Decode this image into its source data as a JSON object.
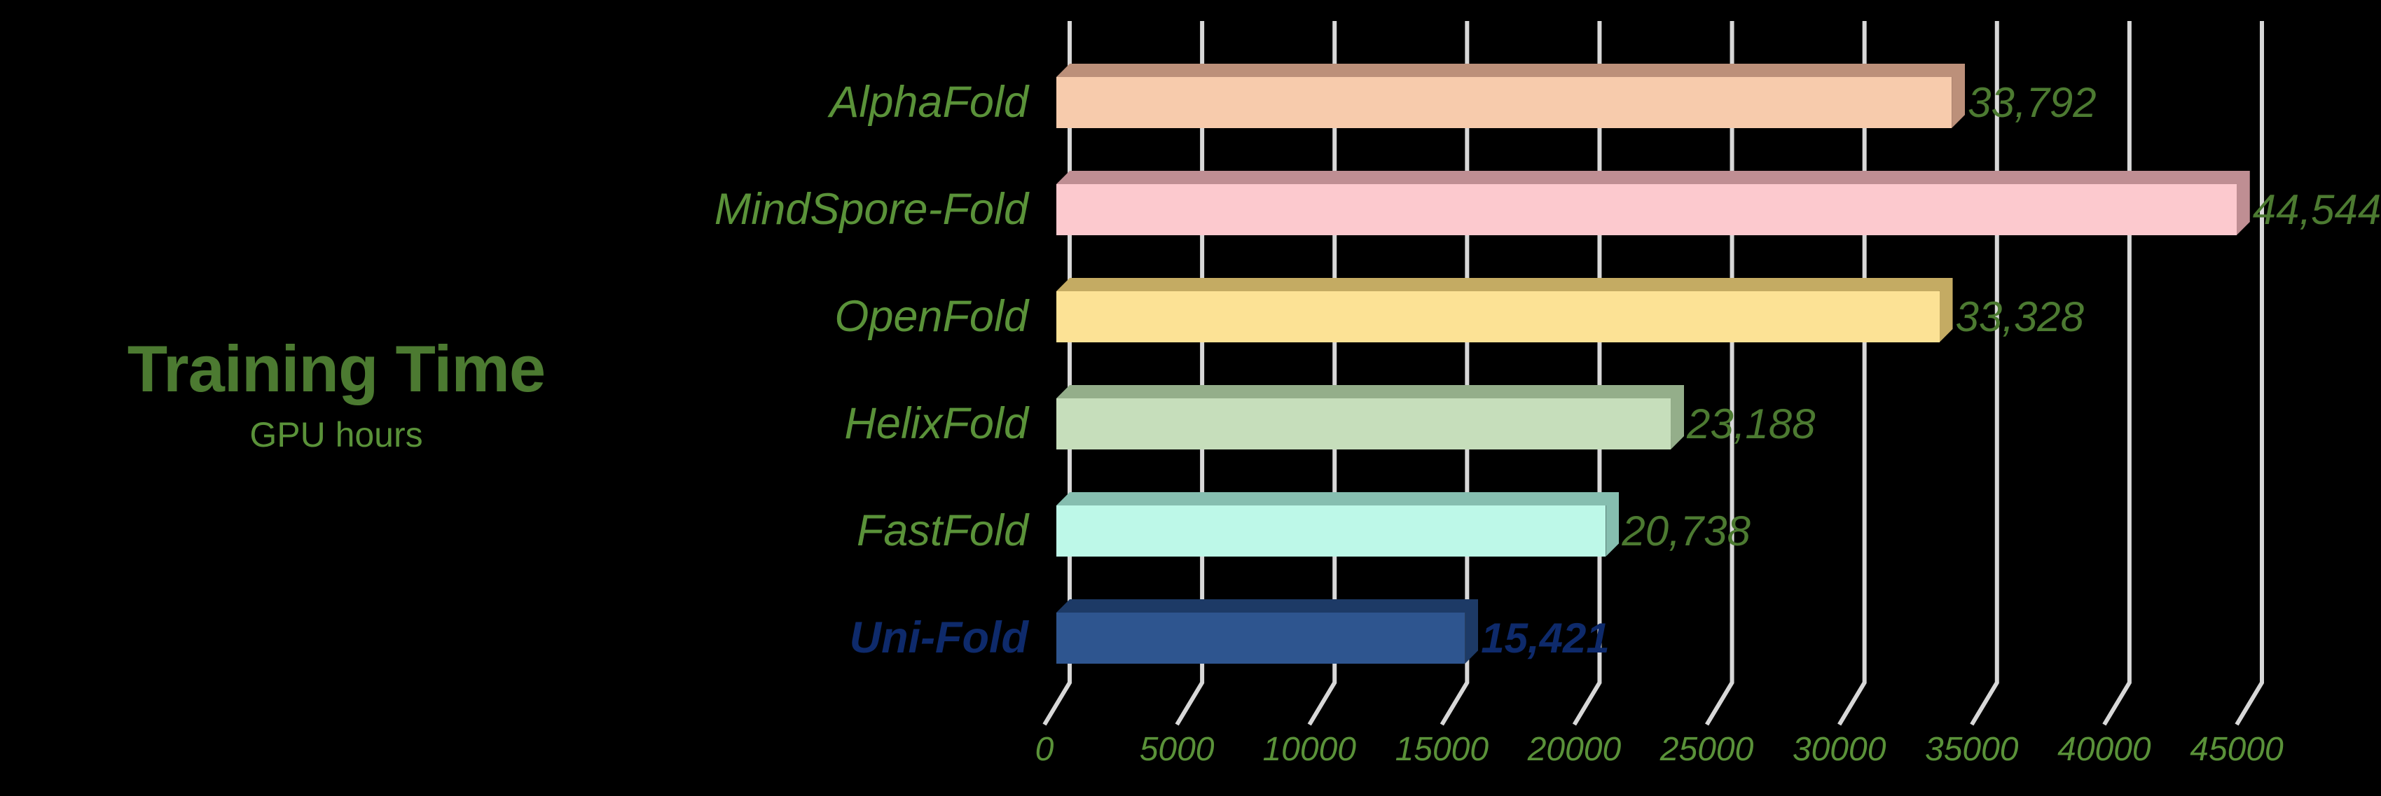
{
  "title": {
    "main": "Training Time",
    "sub": "GPU hours"
  },
  "colors": {
    "background": "#000000",
    "label_green": "#5a9239",
    "title_green": "#4c7a31",
    "value_green": "#4c7a31",
    "highlight_blue": "#0e2a6b",
    "gridline": "#d8d8d8"
  },
  "chart_data": {
    "type": "bar",
    "orientation": "horizontal",
    "title": "Training Time",
    "subtitle": "GPU hours",
    "xlabel": "",
    "ylabel": "",
    "xlim": [
      0,
      45000
    ],
    "grid": true,
    "legend": "none",
    "categories": [
      "AlphaFold",
      "MindSpore-Fold",
      "OpenFold",
      "HelixFold",
      "FastFold",
      "Uni-Fold"
    ],
    "values": [
      33792,
      44544,
      33328,
      23188,
      20738,
      15421
    ],
    "value_labels": [
      "33,792",
      "44,544",
      "33,328",
      "23,188",
      "20,738",
      "15,421"
    ],
    "tick_labels": [
      "0",
      "5000",
      "10000",
      "15000",
      "20000",
      "25000",
      "30000",
      "35000",
      "40000",
      "45000"
    ],
    "tick_values": [
      0,
      5000,
      10000,
      15000,
      20000,
      25000,
      30000,
      35000,
      40000,
      45000
    ],
    "bar_colors": [
      {
        "name": "AlphaFold",
        "front": "#f7cbac",
        "top": "#bc907a",
        "side": "#bc907a"
      },
      {
        "name": "MindSpore-Fold",
        "front": "#fcc9ce",
        "top": "#bf8e93",
        "side": "#bf8e93"
      },
      {
        "name": "OpenFold",
        "front": "#fce295",
        "top": "#c4ab63",
        "side": "#c4ab63"
      },
      {
        "name": "HelixFold",
        "front": "#c6debb",
        "top": "#94ae8a",
        "side": "#94ae8a"
      },
      {
        "name": "FastFold",
        "front": "#bdf8e8",
        "top": "#86beb0",
        "side": "#86beb0"
      },
      {
        "name": "Uni-Fold",
        "front": "#2e558f",
        "top": "#1d3a66",
        "side": "#1d3a66"
      }
    ],
    "highlight_category": "Uni-Fold"
  }
}
